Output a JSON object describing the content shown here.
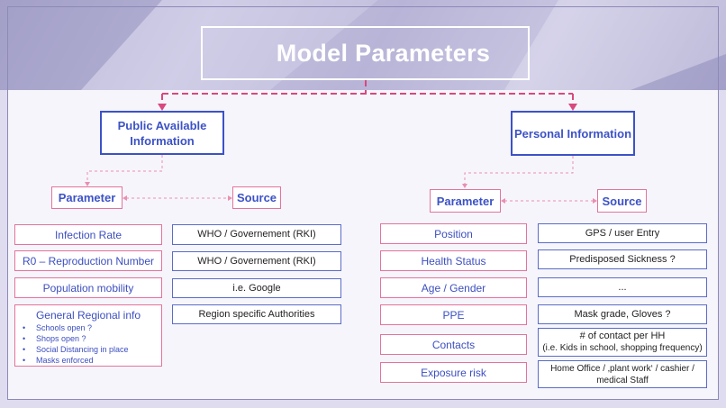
{
  "title": "Model Parameters",
  "left": {
    "heading": "Public Available Information",
    "parameter_label": "Parameter",
    "source_label": "Source",
    "rows": [
      {
        "param": "Infection Rate",
        "source": "WHO / Governement (RKI)"
      },
      {
        "param": "R0 – Reproduction Number",
        "source": "WHO / Governement (RKI)"
      },
      {
        "param": "Population mobility",
        "source": "i.e. Google"
      }
    ],
    "regional": {
      "title": "General Regional info",
      "items": [
        "Schools open ?",
        "Shops open ?",
        "Social Distancing in place",
        "Masks enforced"
      ],
      "source": "Region specific Authorities"
    }
  },
  "right": {
    "heading": "Personal Information",
    "parameter_label": "Parameter",
    "source_label": "Source",
    "rows": [
      {
        "param": "Position",
        "source": "GPS / user Entry"
      },
      {
        "param": "Health Status",
        "source": "Predisposed Sickness ?"
      },
      {
        "param": "Age / Gender",
        "source": "..."
      },
      {
        "param": "PPE",
        "source": "Mask grade, Gloves ?"
      },
      {
        "param": "Contacts",
        "source_line1": "# of contact per HH",
        "source_line2": "(i.e. Kids in school, shopping frequency)"
      },
      {
        "param": "Exposure risk",
        "source_line1": "Home Office / ‚plant work‘ / cashier /",
        "source_line2": "medical Staff"
      }
    ]
  },
  "colors": {
    "accent_blue": "#3c52c6",
    "accent_pink": "#e4739c",
    "band": "#b2afd3"
  }
}
